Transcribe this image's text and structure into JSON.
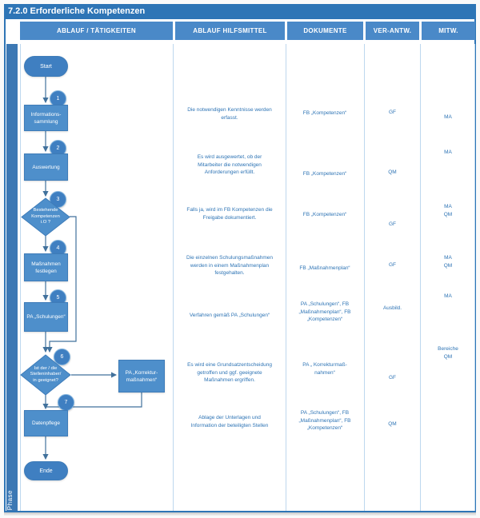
{
  "title": "7.2.0 Erforderliche Kompetenzen",
  "phase_label": "Phase",
  "columns": {
    "c1": "ABLAUF / TÄTIGKEITEN",
    "c2": "ABLAUF HILFSMITTEL",
    "c3": "DOKUMENTE",
    "c4": "VER-ANTW.",
    "c5": "MITW."
  },
  "flow": {
    "start_label": "Start",
    "end_label": "Ende",
    "nodes": [
      {
        "num": "1",
        "label": "Informations-\nsammlung"
      },
      {
        "num": "2",
        "label": "Auswertung"
      },
      {
        "num": "3",
        "label": "Bestehende\nKompetenzen\ni.O ?"
      },
      {
        "num": "4",
        "label": "Maßnahmen\nfestlegen"
      },
      {
        "num": "5",
        "label": "PA „Schulungen“"
      },
      {
        "num": "6",
        "label": "Ist der / die\nStelleninhaber/\nin geeignet?"
      },
      {
        "num": "7",
        "label": "Datenpflege"
      }
    ],
    "side_box": "PA „Korrektur-\nmaßnahmen“"
  },
  "rows": [
    {
      "hilfsmittel": "Die notwendigen Kenntnisse werden\nerfasst.",
      "dokumente": "FB „Kompetenzen“",
      "verantw": "GF",
      "mitw": "MA"
    },
    {
      "hilfsmittel": "Es wird ausgewertet, ob der\nMitarbeiter die notwendigen\nAnforderungen erfüllt.",
      "dokumente": "FB „Kompetenzen“",
      "verantw": "QM",
      "mitw": "MA"
    },
    {
      "hilfsmittel": "Falls ja, wird im FB Kompetenzen die\nFreigabe dokumentiert.",
      "dokumente": "FB „Kompetenzen“",
      "verantw": "GF",
      "mitw": "MA\nQM"
    },
    {
      "hilfsmittel": "Die einzelnen Schulungsmaßnahmen\nwerden in einem Maßnahmenplan\nfestgehalten.",
      "dokumente": "FB „Maßnahmenplan“",
      "verantw": "GF",
      "mitw": "MA\nQM"
    },
    {
      "hilfsmittel": "Verfahren gemäß PA „Schulungen“",
      "dokumente": "PA „Schulungen“, FB\n„Maßnahmenplan“, FB\n„Kompetenzen“",
      "verantw": "Ausbild.",
      "mitw": "MA"
    },
    {
      "hilfsmittel": "Es wird eine Grundsatzentscheidung\ngetroffen und ggf. geeignete\nMaßnahmen ergriffen.",
      "dokumente": "PA „ Korrekturmaß-\nnahmen“",
      "verantw": "GF",
      "mitw": "Bereiche\nQM"
    },
    {
      "hilfsmittel": "Ablage der Unterlagen und\nInformation der beteiligten Stellen",
      "dokumente": "PA „Schulungen“, FB\n„Maßnahmenplan“, FB\n„Kompetenzen“",
      "verantw": "QM",
      "mitw": ""
    }
  ],
  "colors": {
    "title_bg": "#2E75B6",
    "header_bg": "#4A89C8",
    "shape_fill": "#4E8FCB",
    "shape_border": "#3E7CB9",
    "connector": "#41719C",
    "grid_line": "#BDD7EE",
    "cell_text": "#2E74B5",
    "phase_bar": "#3C78B4"
  }
}
